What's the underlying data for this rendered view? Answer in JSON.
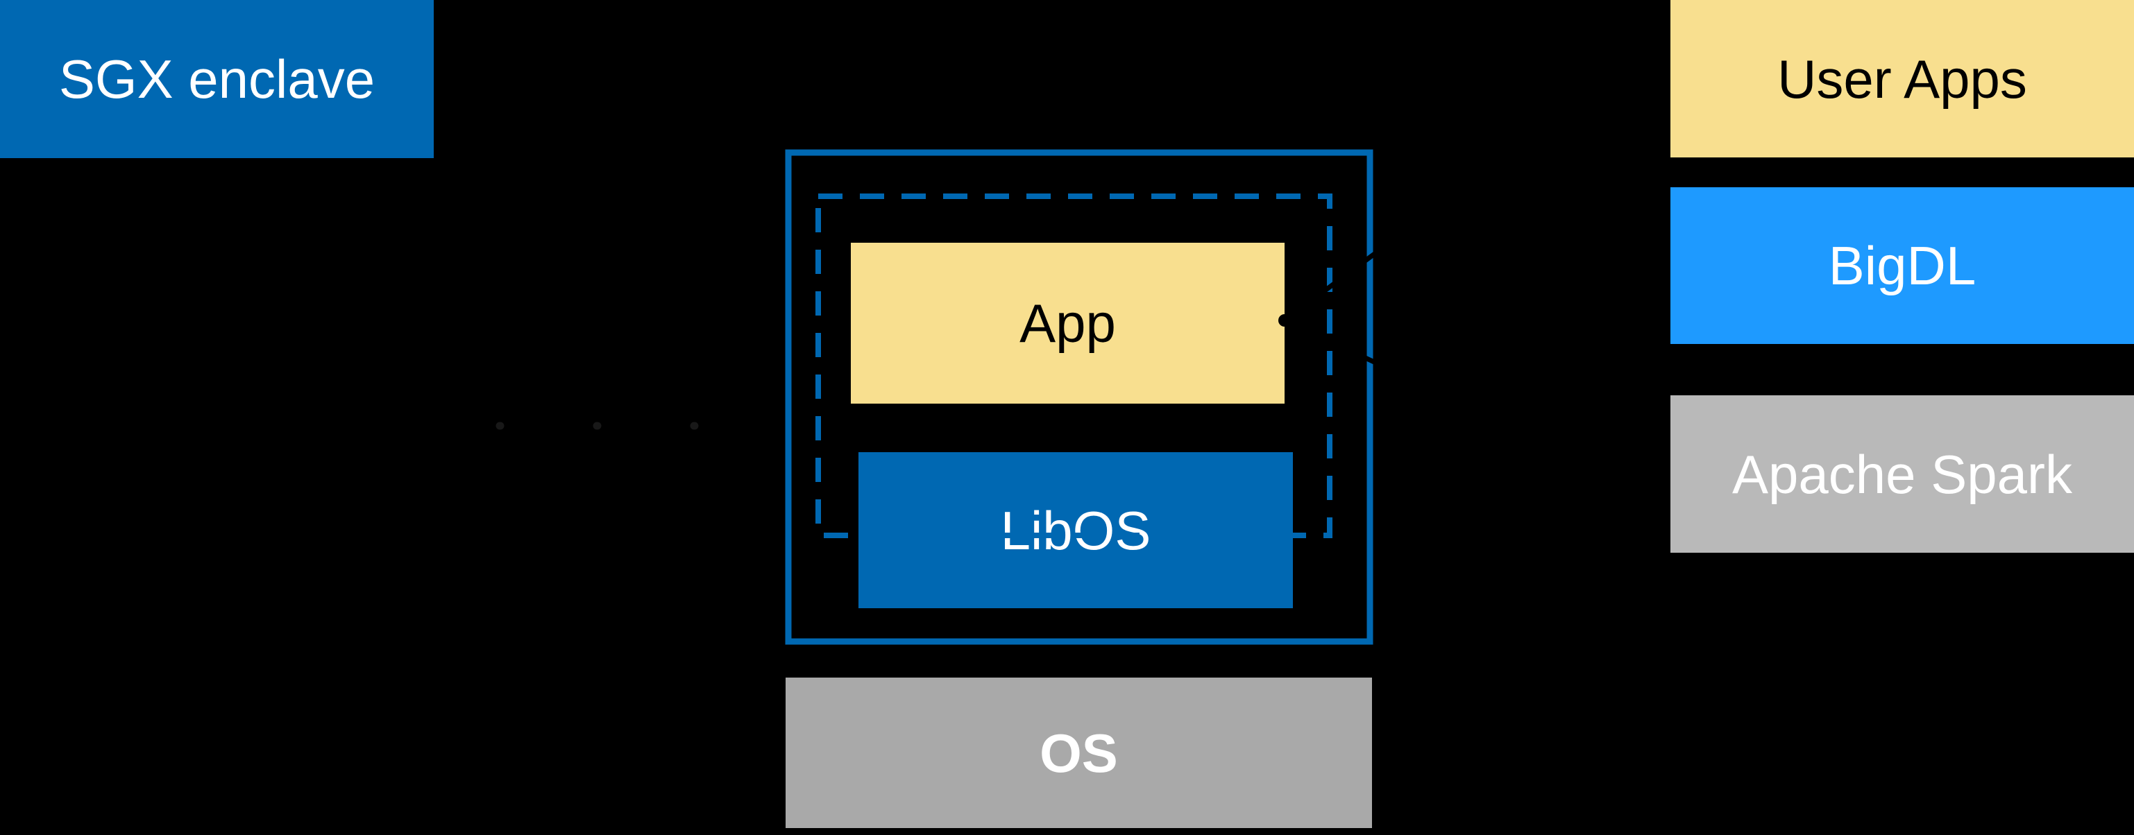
{
  "diagram": {
    "sgx_enclave_label": "SGX enclave",
    "enclave": {
      "app_label": "App",
      "libos_label": "LibOS"
    },
    "os_label": "OS",
    "right_stack": [
      {
        "label": "User Apps"
      },
      {
        "label": "BigDL"
      },
      {
        "label": "Apache Spark"
      }
    ]
  },
  "colors": {
    "background": "#000000",
    "intel_blue": "#0068B2",
    "azure_blue": "#1E9AFF",
    "yellow": "#F8DF8F",
    "gray_light": "#B9B9B9",
    "gray_mid": "#A9A9A9",
    "connector_black": "#000000",
    "dotted_connector_dim": "#181818",
    "text_white": "#FFFFFF",
    "text_black": "#000000"
  }
}
